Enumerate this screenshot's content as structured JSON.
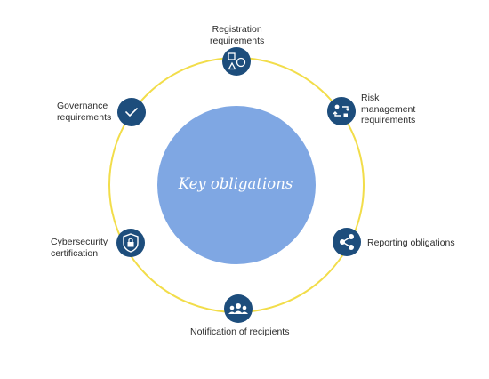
{
  "diagram": {
    "center": {
      "title": "Key obligations"
    },
    "colors": {
      "ring": "#f2dd4a",
      "node_fill": "#1d4d7c",
      "center_fill": "#7fa7e3",
      "label_text": "#2b2b2b"
    },
    "nodes": [
      {
        "id": "registration",
        "icon": "shapes-icon",
        "lines": [
          "Registration",
          "requirements"
        ]
      },
      {
        "id": "risk",
        "icon": "workflow-arrows-icon",
        "lines": [
          "Risk",
          "management",
          "requirements"
        ]
      },
      {
        "id": "reporting",
        "icon": "share-icon",
        "lines": [
          "Reporting obligations"
        ]
      },
      {
        "id": "notification",
        "icon": "people-group-icon",
        "lines": [
          "Notification of recipients"
        ]
      },
      {
        "id": "cybersecurity",
        "icon": "shield-lock-icon",
        "lines": [
          "Cybersecurity",
          "certification"
        ]
      },
      {
        "id": "governance",
        "icon": "checkmark-icon",
        "lines": [
          "Governance",
          "requirements"
        ]
      }
    ]
  }
}
